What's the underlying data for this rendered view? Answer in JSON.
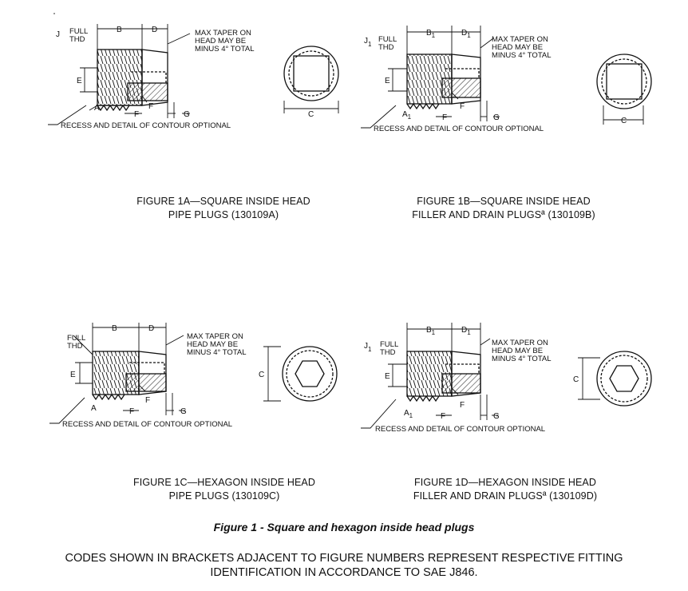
{
  "figures": [
    {
      "id": "1a",
      "labels": {
        "j": "J",
        "full": "FULL",
        "thd": "THD",
        "b": "B",
        "d": "D",
        "e": "E",
        "a": "A",
        "f": "F",
        "f2": "F",
        "g": "G",
        "c": "C",
        "taper1": "MAX TAPER ON",
        "taper2": "HEAD MAY BE",
        "taper3": "MINUS 4° TOTAL",
        "recess": "RECESS AND DETAIL OF CONTOUR OPTIONAL"
      },
      "caption": [
        "FIGURE 1A—SQUARE INSIDE HEAD",
        "PIPE PLUGS (130109A)"
      ]
    },
    {
      "id": "1b",
      "labels": {
        "j": "J",
        "j_sub": "1",
        "full": "FULL",
        "thd": "THD",
        "b": "B",
        "b_sub": "1",
        "d": "D",
        "d_sub": "1",
        "e": "E",
        "a": "A",
        "a_sub": "1",
        "f": "F",
        "f2": "F",
        "g": "G",
        "c": "C",
        "taper1": "MAX TAPER ON",
        "taper2": "HEAD MAY BE",
        "taper3": "MINUS 4° TOTAL",
        "recess": "RECESS AND DETAIL OF CONTOUR OPTIONAL"
      },
      "caption": [
        "FIGURE 1B—SQUARE INSIDE HEAD",
        "FILLER AND DRAIN PLUGSª (130109B)"
      ]
    },
    {
      "id": "1c",
      "labels": {
        "full": "FULL",
        "thd": "THD",
        "b": "B",
        "d": "D",
        "e": "E",
        "a": "A",
        "f": "F",
        "f2": "F",
        "g": "G",
        "c": "C",
        "taper1": "MAX TAPER ON",
        "taper2": "HEAD MAY BE",
        "taper3": "MINUS 4° TOTAL",
        "recess": "RECESS AND DETAIL OF CONTOUR OPTIONAL"
      },
      "caption": [
        "FIGURE 1C—HEXAGON INSIDE HEAD",
        "PIPE PLUGS (130109C)"
      ]
    },
    {
      "id": "1d",
      "labels": {
        "j": "J",
        "j_sub": "1",
        "full": "FULL",
        "thd": "THD",
        "b": "B",
        "b_sub": "1",
        "d": "D",
        "d_sub": "1",
        "e": "E",
        "a": "A",
        "a_sub": "1",
        "f": "F",
        "f2": "F",
        "g": "G",
        "c": "C",
        "taper1": "MAX TAPER ON",
        "taper2": "HEAD MAY BE",
        "taper3": "MINUS 4° TOTAL",
        "recess": "RECESS AND DETAIL OF CONTOUR OPTIONAL"
      },
      "caption": [
        "FIGURE 1D—HEXAGON INSIDE HEAD",
        "FILLER AND DRAIN PLUGSª (130109D)"
      ]
    }
  ],
  "main_caption": "Figure 1 - Square and hexagon inside head plugs",
  "note": [
    "CODES SHOWN IN BRACKETS ADJACENT TO FIGURE NUMBERS REPRESENT RESPECTIVE FITTING",
    "IDENTIFICATION IN ACCORDANCE TO SAE J846."
  ]
}
